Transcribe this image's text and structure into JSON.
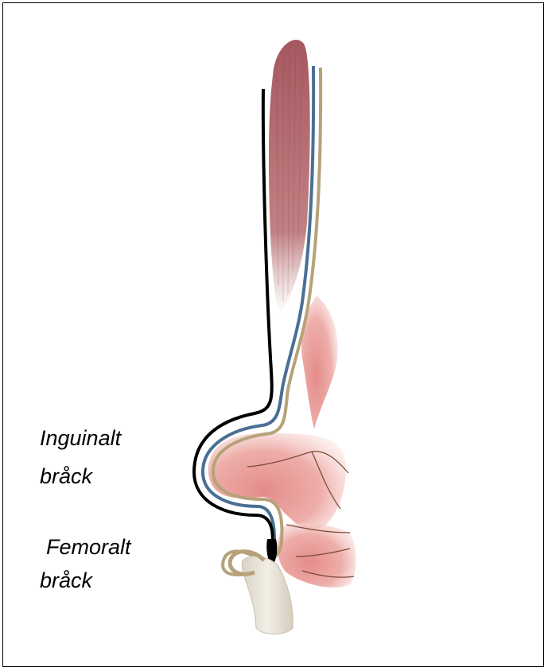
{
  "labels": {
    "inguinal_line1": "Inguinalt",
    "inguinal_line2": "bråck",
    "femoral_line1": "Femoralt",
    "femoral_line2": "bråck"
  },
  "colors": {
    "border": "#000000",
    "peritoneum_line": "#000000",
    "fascia_blue": "#4a6f95",
    "fascia_tan": "#b6a27a",
    "muscle": "#a85b62",
    "bowel": "#e9a3a0",
    "vessel": "#e8e2d6"
  }
}
